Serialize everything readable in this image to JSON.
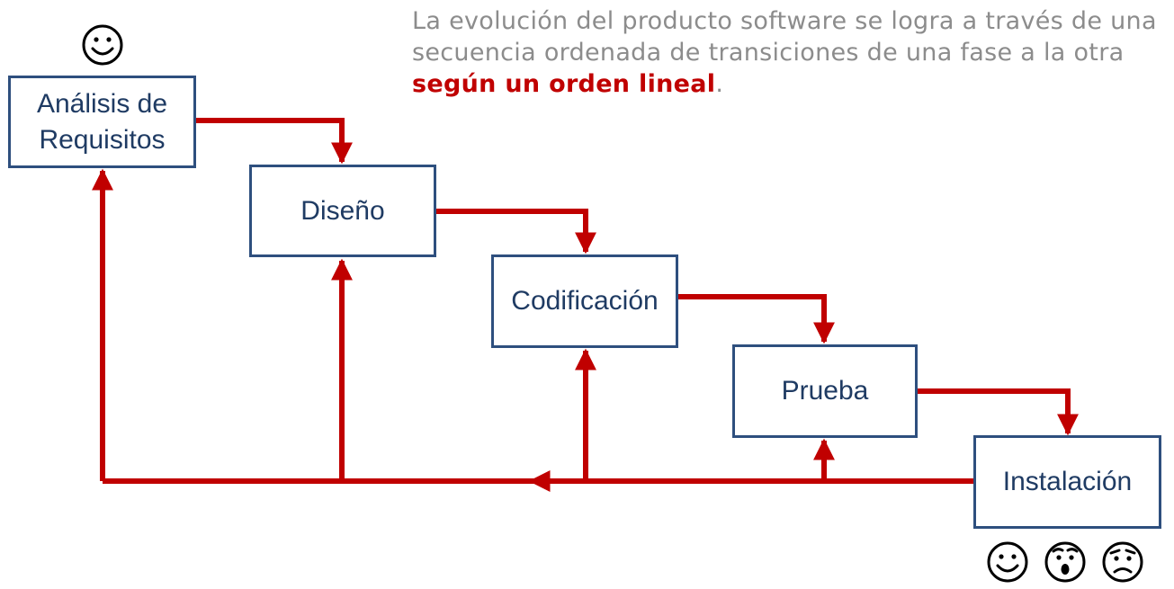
{
  "caption": {
    "text_before": "La evolución del producto software se logra a través de una secuencia ordenada de transiciones de una fase a la otra ",
    "highlight": "según un orden lineal",
    "text_after": "."
  },
  "phases": [
    {
      "id": "analisis",
      "label_line1": "Análisis de",
      "label_line2": "Requisitos"
    },
    {
      "id": "diseno",
      "label": "Diseño"
    },
    {
      "id": "codificacion",
      "label": "Codificación"
    },
    {
      "id": "prueba",
      "label": "Prueba"
    },
    {
      "id": "instalacion",
      "label": "Instalación"
    }
  ],
  "faces": {
    "top": "smile-face-icon",
    "bottom": [
      "smile-face-icon",
      "surprised-face-icon",
      "worried-face-icon"
    ]
  },
  "colors": {
    "arrow": "#c00000",
    "box_border": "#2e4f7e",
    "box_text": "#1f3b63",
    "caption_text": "#8c8c8c",
    "highlight": "#c00000"
  }
}
